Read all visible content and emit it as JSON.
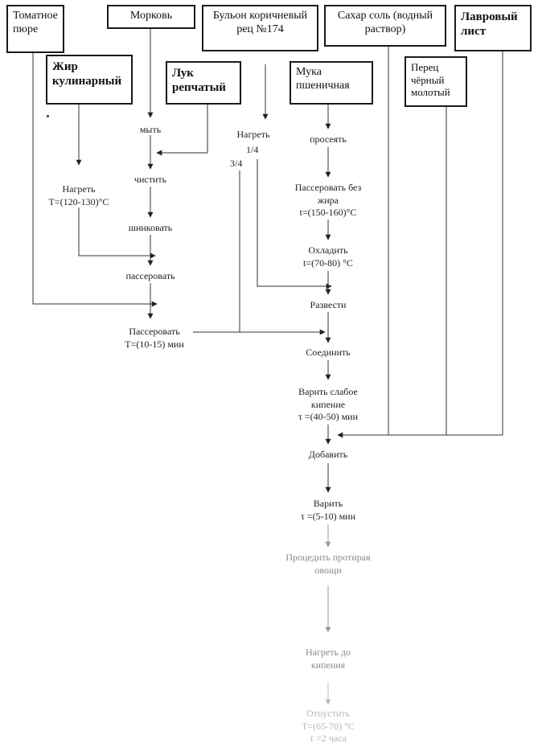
{
  "ingredients": {
    "tomato": "Томатное пюре",
    "carrot": "Морковь",
    "broth": "Бульон коричневый рец №174",
    "sugar_salt": "Сахар соль (водный раствор)",
    "bay_leaf": "Лавровый лист",
    "fat": "Жир кулинарный",
    "onion": "Лук репчатый",
    "flour": "Мука пшеничная",
    "pepper": "Перец чёрный молотый"
  },
  "steps": {
    "wash": "мыть",
    "peel": "чистить",
    "shred": "шинковать",
    "saute": "пассеровать",
    "heat_fat": "Нагреть\nТ=(120-130)°С",
    "heat_broth": "Нагреть",
    "sift": "просеять",
    "dry_saute": "Пассеровать без\nжира\nt=(150-160)°С",
    "cool": "Охладить\nt=(70-80) °С",
    "dilute": "Развести",
    "saute_time": "Пассеровать\nТ=(10-15) мин",
    "combine": "Соединить",
    "simmer": "Варить слабое\nкипение\nτ =(40-50) мин",
    "add": "Добавить",
    "boil": "Варить\nτ =(5-10) мин",
    "strain": "Процедить протирая\nовощи",
    "heat_boil": "Нагреть до\nкипения",
    "release": "Отпустить\nТ=(65-70) °С\nτ =2 часа"
  },
  "fractions": {
    "quarter": "1/4",
    "three_quarters": "3/4"
  }
}
